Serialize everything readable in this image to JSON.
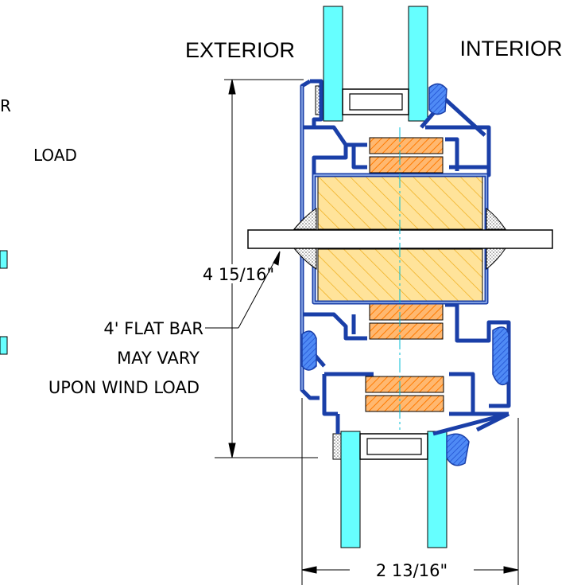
{
  "labels": {
    "exterior": "EXTERIOR",
    "interior": "INTERIOR",
    "height_dim": "4 15/16\"",
    "width_dim": "2 13/16\"",
    "flat_bar_line1": "4' FLAT BAR",
    "flat_bar_line2": "MAY VARY",
    "flat_bar_line3": "UPON WIND LOAD",
    "cut_left_1": "R",
    "cut_left_2": "LOAD"
  },
  "colors": {
    "glass": "#66ffff",
    "mullion": "#1a3fa8",
    "thermal_break": "#ff9933",
    "pocket_fill": "#ffe08a",
    "pocket_hatch": "#e8a000",
    "flat_bar": "#ffffff",
    "sealant": "#2f6fe8",
    "line": "#000000"
  }
}
